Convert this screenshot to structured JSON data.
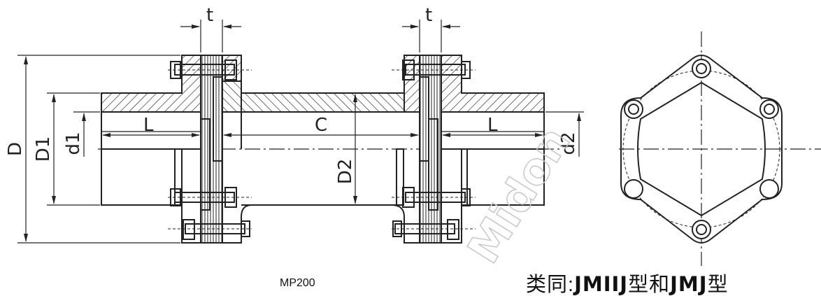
{
  "drawing": {
    "model": "MP200",
    "similar_prefix": "类同:",
    "similar_type1": "JMIIJ",
    "similar_mid": "型和",
    "similar_type2": "JMJ",
    "similar_suffix": "型",
    "watermark": "Midon",
    "dimension_labels": {
      "t_left": "t",
      "t_right": "t",
      "D": "D",
      "D1": "D1",
      "d1": "d1",
      "L_left": "L",
      "C": "C",
      "D2": "D2",
      "L_right": "L",
      "d2": "d2"
    }
  }
}
